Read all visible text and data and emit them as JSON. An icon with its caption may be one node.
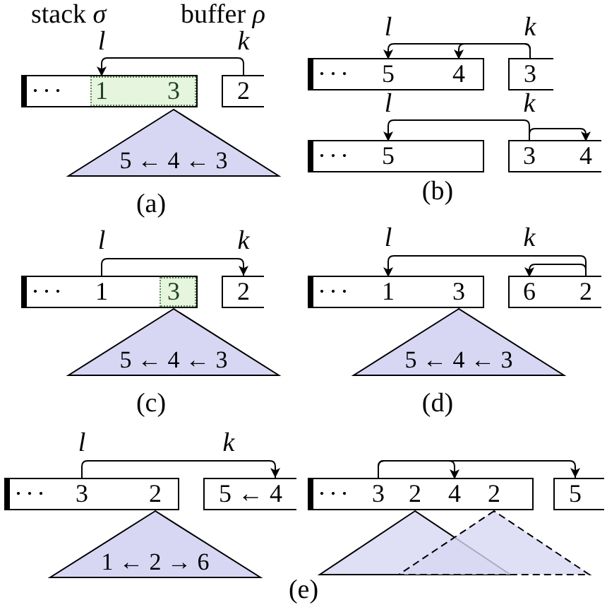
{
  "diagram": {
    "nodes": [
      {
        "text": [
          "···"
        ]
      },
      {
        "text": [],
        "shape": "box",
        "in": 0
      },
      {
        "text": [
          "1"
        ],
        "in": 1
      },
      {
        "text": [
          "3"
        ],
        "in": 1
      },
      {
        "text": [
          "2"
        ]
      },
      {
        "text": [
          "5 ← 4 ← 3"
        ]
      },
      {
        "text": [
          "···"
        ]
      },
      {
        "text": [
          "5"
        ],
        "in": 6
      },
      {
        "text": [
          "4"
        ],
        "in": 6
      },
      {
        "text": [
          "3"
        ]
      },
      {
        "text": [
          "···"
        ]
      },
      {
        "text": [
          "5"
        ],
        "in": 10
      },
      {
        "text": [],
        "shape": "box"
      },
      {
        "text": [
          "3"
        ],
        "in": 12
      },
      {
        "text": [
          "4"
        ],
        "in": 12
      },
      {
        "text": [
          "···"
        ]
      },
      {
        "text": [
          "1"
        ],
        "in": 15
      },
      {
        "text": [],
        "shape": "box",
        "in": 15
      },
      {
        "text": [
          "3"
        ],
        "in": 17
      },
      {
        "text": [
          "2"
        ]
      },
      {
        "text": [
          "5 ← 4 ← 3"
        ]
      },
      {
        "text": [
          "···"
        ]
      },
      {
        "text": [
          "1"
        ],
        "in": 21
      },
      {
        "text": [
          "3"
        ],
        "in": 21
      },
      {
        "text": [],
        "shape": "box"
      },
      {
        "text": [
          "6"
        ],
        "in": 24
      },
      {
        "text": [
          "2"
        ],
        "in": 24
      },
      {
        "text": [
          "5 ← 4 ← 3"
        ]
      },
      {
        "text": [
          "···"
        ]
      },
      {
        "text": [
          "3"
        ],
        "in": 28
      },
      {
        "text": [
          "2"
        ],
        "in": 28
      },
      {
        "text": [
          "5 ← 4"
        ]
      },
      {
        "text": [
          "1 ← 2 → 6"
        ]
      },
      {
        "text": [
          "···"
        ]
      },
      {
        "text": [
          "3"
        ],
        "in": 33
      },
      {
        "text": [
          "2"
        ],
        "in": 33
      },
      {
        "text": [
          "4"
        ],
        "in": 33
      },
      {
        "text": [
          "2"
        ],
        "in": 33
      },
      {
        "text": [
          "5"
        ]
      },
      {
        "text": [],
        "shape": "triangle"
      },
      {
        "text": [],
        "shape": "triangle"
      }
    ],
    "edges": [
      {
        "from": 4,
        "to": 2,
        "arrow": "to"
      },
      {
        "from": 9,
        "to": 8,
        "arrow": "to"
      },
      {
        "from": 9,
        "to": 7,
        "arrow": "to"
      },
      {
        "from": 13,
        "to": 11,
        "arrow": "to"
      },
      {
        "from": 13,
        "to": 14,
        "arrow": "to"
      },
      {
        "from": 16,
        "to": 19,
        "arrow": "to"
      },
      {
        "from": 26,
        "to": 22,
        "arrow": "to"
      },
      {
        "from": 26,
        "to": 25,
        "arrow": "to"
      },
      {
        "from": 29,
        "to": 31,
        "arrow": "to"
      },
      {
        "from": 34,
        "to": 36,
        "arrow": "to"
      },
      {
        "from": 34,
        "to": 38,
        "arrow": "to"
      }
    ],
    "labels": [
      "stack *σ*",
      "buffer *ρ*",
      "l",
      "k",
      "(a)",
      "l",
      "k",
      "l",
      "k",
      "(b)",
      "l",
      "k",
      "(c)",
      "l",
      "k",
      "(d)",
      "l",
      "k",
      "(e)"
    ]
  }
}
